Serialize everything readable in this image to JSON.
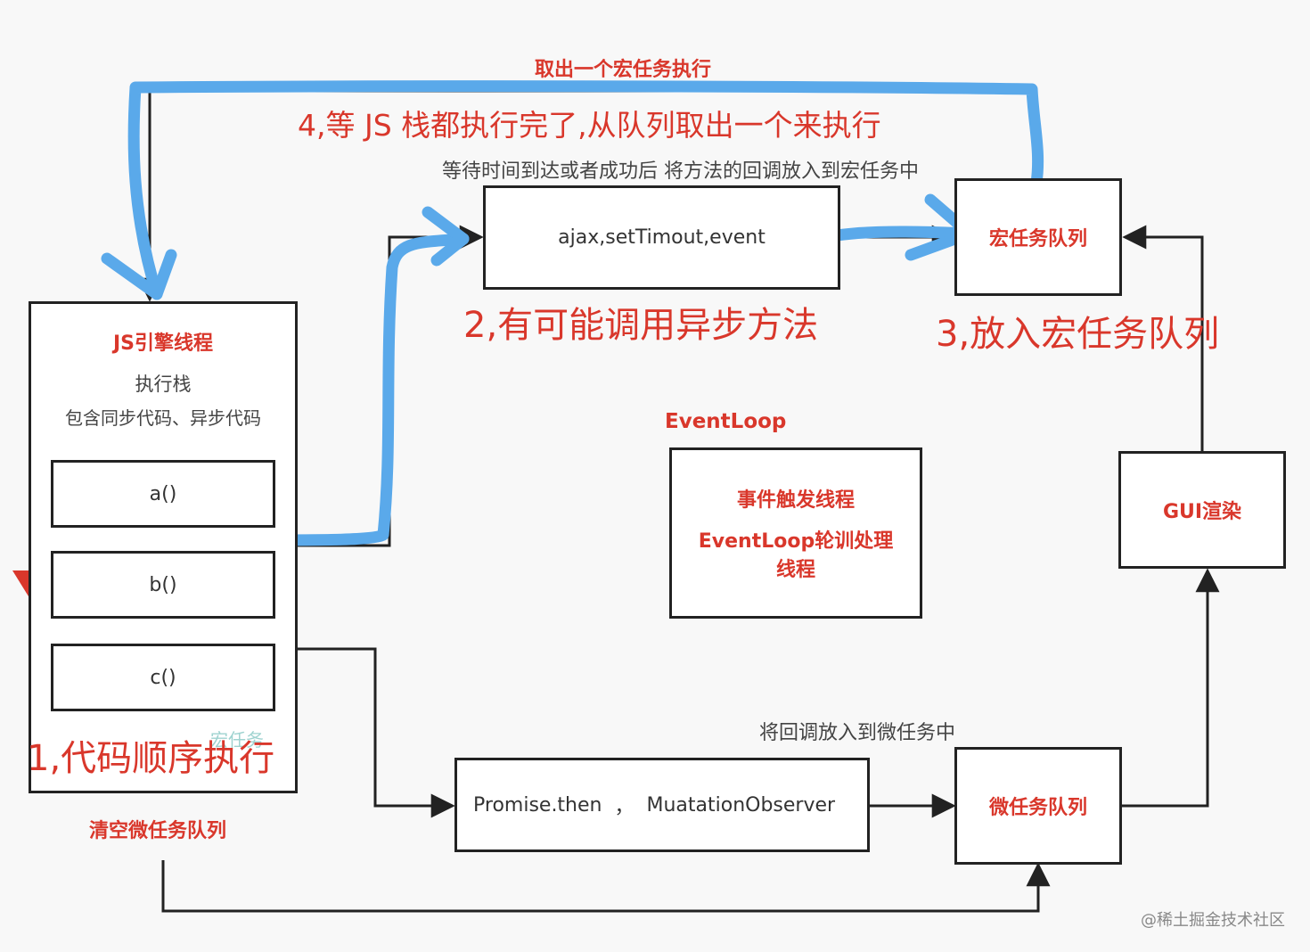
{
  "labels": {
    "top_flow": "取出一个宏任务执行",
    "step4": "4,等 JS 栈都执行完了,从队列取出一个来执行",
    "wait_note": "等待时间到达或者成功后 将方法的回调放入到宏任务中",
    "step2": "2,有可能调用异步方法",
    "step3": "3,放入宏任务队列",
    "eventloop_title": "EventLoop",
    "micro_note": "将回调放入到微任务中",
    "clear_micro": "清空微任务队列",
    "step1": "1,代码顺序执行",
    "macro_faint": "宏任务",
    "watermark": "@稀土掘金技术社区"
  },
  "js_engine": {
    "title": "JS引擎线程",
    "stack": "执行栈",
    "desc": "包含同步代码、异步代码",
    "fns": [
      "a()",
      "b()",
      "c()"
    ]
  },
  "async_box": "ajax,setTimout,event",
  "macro_queue": "宏任务队列",
  "event_thread": {
    "line1": "事件触发线程",
    "line2": "EventLoop轮训处理",
    "line3": "线程"
  },
  "gui": "GUI渲染",
  "micro_source": {
    "left": "Promise.then",
    "sep": "，",
    "right": "MuatationObserver"
  },
  "micro_queue": "微任务队列",
  "colors": {
    "accent_red": "#d9372b",
    "blue_stroke": "#5aa9ea",
    "line": "#222222"
  }
}
